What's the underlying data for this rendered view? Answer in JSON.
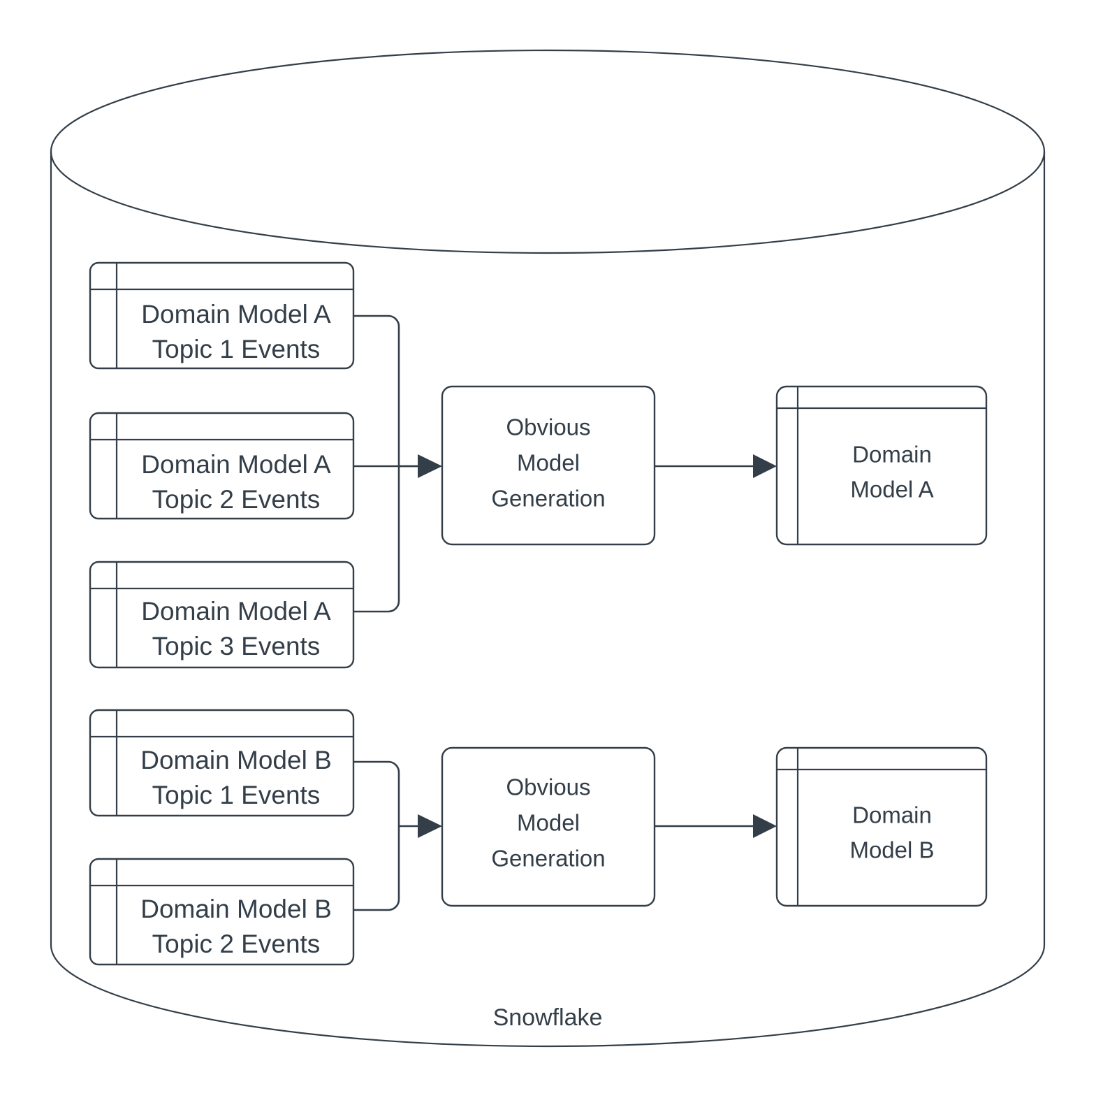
{
  "diagram": {
    "container": {
      "label": "Snowflake",
      "shape": "cylinder",
      "stroke_color": "#333e48",
      "fill_color": "#ffffff"
    },
    "colors": {
      "stroke": "#333e48",
      "text": "#333e48",
      "fill": "#ffffff"
    },
    "groups": [
      {
        "id": "group-a",
        "sources": [
          {
            "id": "src-a1",
            "line1": "Domain Model A",
            "line2": "Topic 1 Events",
            "shape": "table"
          },
          {
            "id": "src-a2",
            "line1": "Domain Model A",
            "line2": "Topic 2 Events",
            "shape": "table"
          },
          {
            "id": "src-a3",
            "line1": "Domain Model A",
            "line2": "Topic 3 Events",
            "shape": "table"
          }
        ],
        "process": {
          "id": "proc-a",
          "line1": "Obvious",
          "line2": "Model",
          "line3": "Generation",
          "shape": "process"
        },
        "output": {
          "id": "out-a",
          "line1": "Domain",
          "line2": "Model A",
          "shape": "table"
        }
      },
      {
        "id": "group-b",
        "sources": [
          {
            "id": "src-b1",
            "line1": "Domain Model B",
            "line2": "Topic 1 Events",
            "shape": "table"
          },
          {
            "id": "src-b2",
            "line1": "Domain Model B",
            "line2": "Topic 2 Events",
            "shape": "table"
          }
        ],
        "process": {
          "id": "proc-b",
          "line1": "Obvious",
          "line2": "Model",
          "line3": "Generation",
          "shape": "process"
        },
        "output": {
          "id": "out-b",
          "line1": "Domain",
          "line2": "Model B",
          "shape": "table"
        }
      }
    ]
  }
}
